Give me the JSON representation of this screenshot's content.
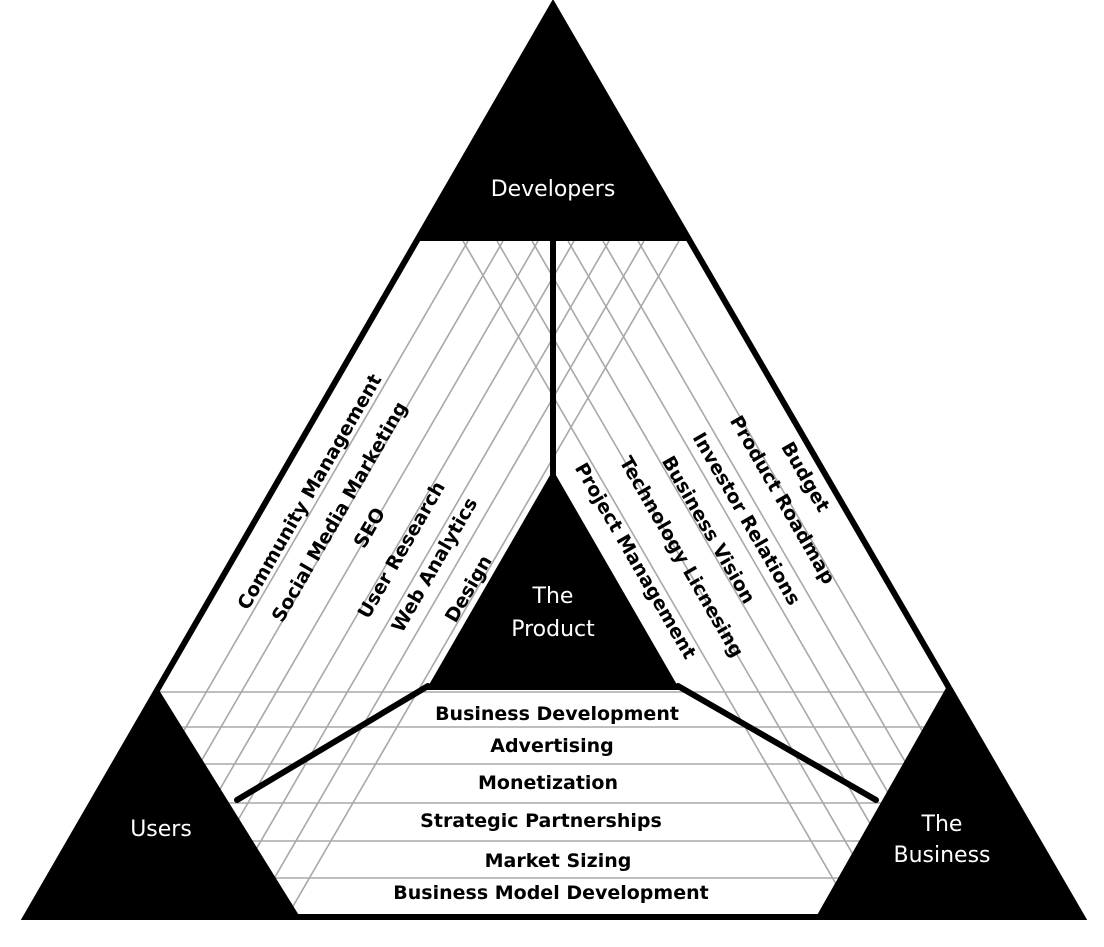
{
  "colors": {
    "fill": "#000000",
    "grid": "#a8a8a8",
    "text_on_dark": "#ffffff"
  },
  "corners": {
    "top": {
      "lines": [
        "Developers"
      ]
    },
    "left": {
      "lines": [
        "Users"
      ]
    },
    "right": {
      "lines": [
        "The",
        "Business"
      ]
    },
    "center": {
      "lines": [
        "The",
        "Product"
      ]
    }
  },
  "left_skills": [
    "Community Management",
    "Social Media Marketing",
    "SEO",
    "User Research",
    "Web Analytics",
    "Design"
  ],
  "right_skills": [
    "Budget",
    "Product Roadmap",
    "Investor Relations",
    "Business Vision",
    "Technology Licnesing",
    "Project Management"
  ],
  "bottom_skills": [
    "Business Development",
    "Advertising",
    "Monetization",
    "Strategic Partnerships",
    "Market Sizing",
    "Business Model Development"
  ]
}
